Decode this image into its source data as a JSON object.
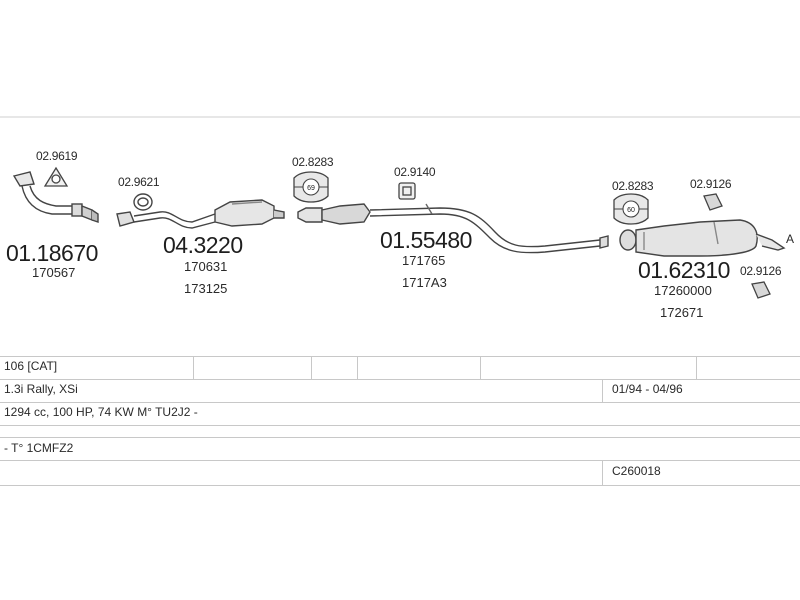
{
  "parts": {
    "p1": {
      "code": "01.18670",
      "sub1": "170567",
      "sub2": ""
    },
    "p2": {
      "code": "04.3220",
      "sub1": "170631",
      "sub2": "173125"
    },
    "p3": {
      "code": "01.55480",
      "sub1": "171765",
      "sub2": "1717A3"
    },
    "p4": {
      "code": "01.62310",
      "sub1": "17260000",
      "sub2": "172671"
    }
  },
  "fittings": {
    "f1": "02.9619",
    "f2": "02.9621",
    "f3": "02.8283",
    "f4": "02.9140",
    "f5": "02.8283",
    "f6": "02.9126",
    "f7": "02.9126"
  },
  "clamp_badges": {
    "b1": "69",
    "b2": "60"
  },
  "end_marker": "A",
  "table": {
    "row1": {
      "model": "106  [CAT]"
    },
    "row2": {
      "variant": "1.3i Rally, XSi",
      "period": "01/94 - 04/96"
    },
    "row3": {
      "engine": "1294 cc, 100 HP, 74 KW M° TU2J2 -"
    },
    "row4": {
      "type": "- T° 1CMFZ2"
    },
    "row5": {
      "ref": "C260018"
    }
  }
}
